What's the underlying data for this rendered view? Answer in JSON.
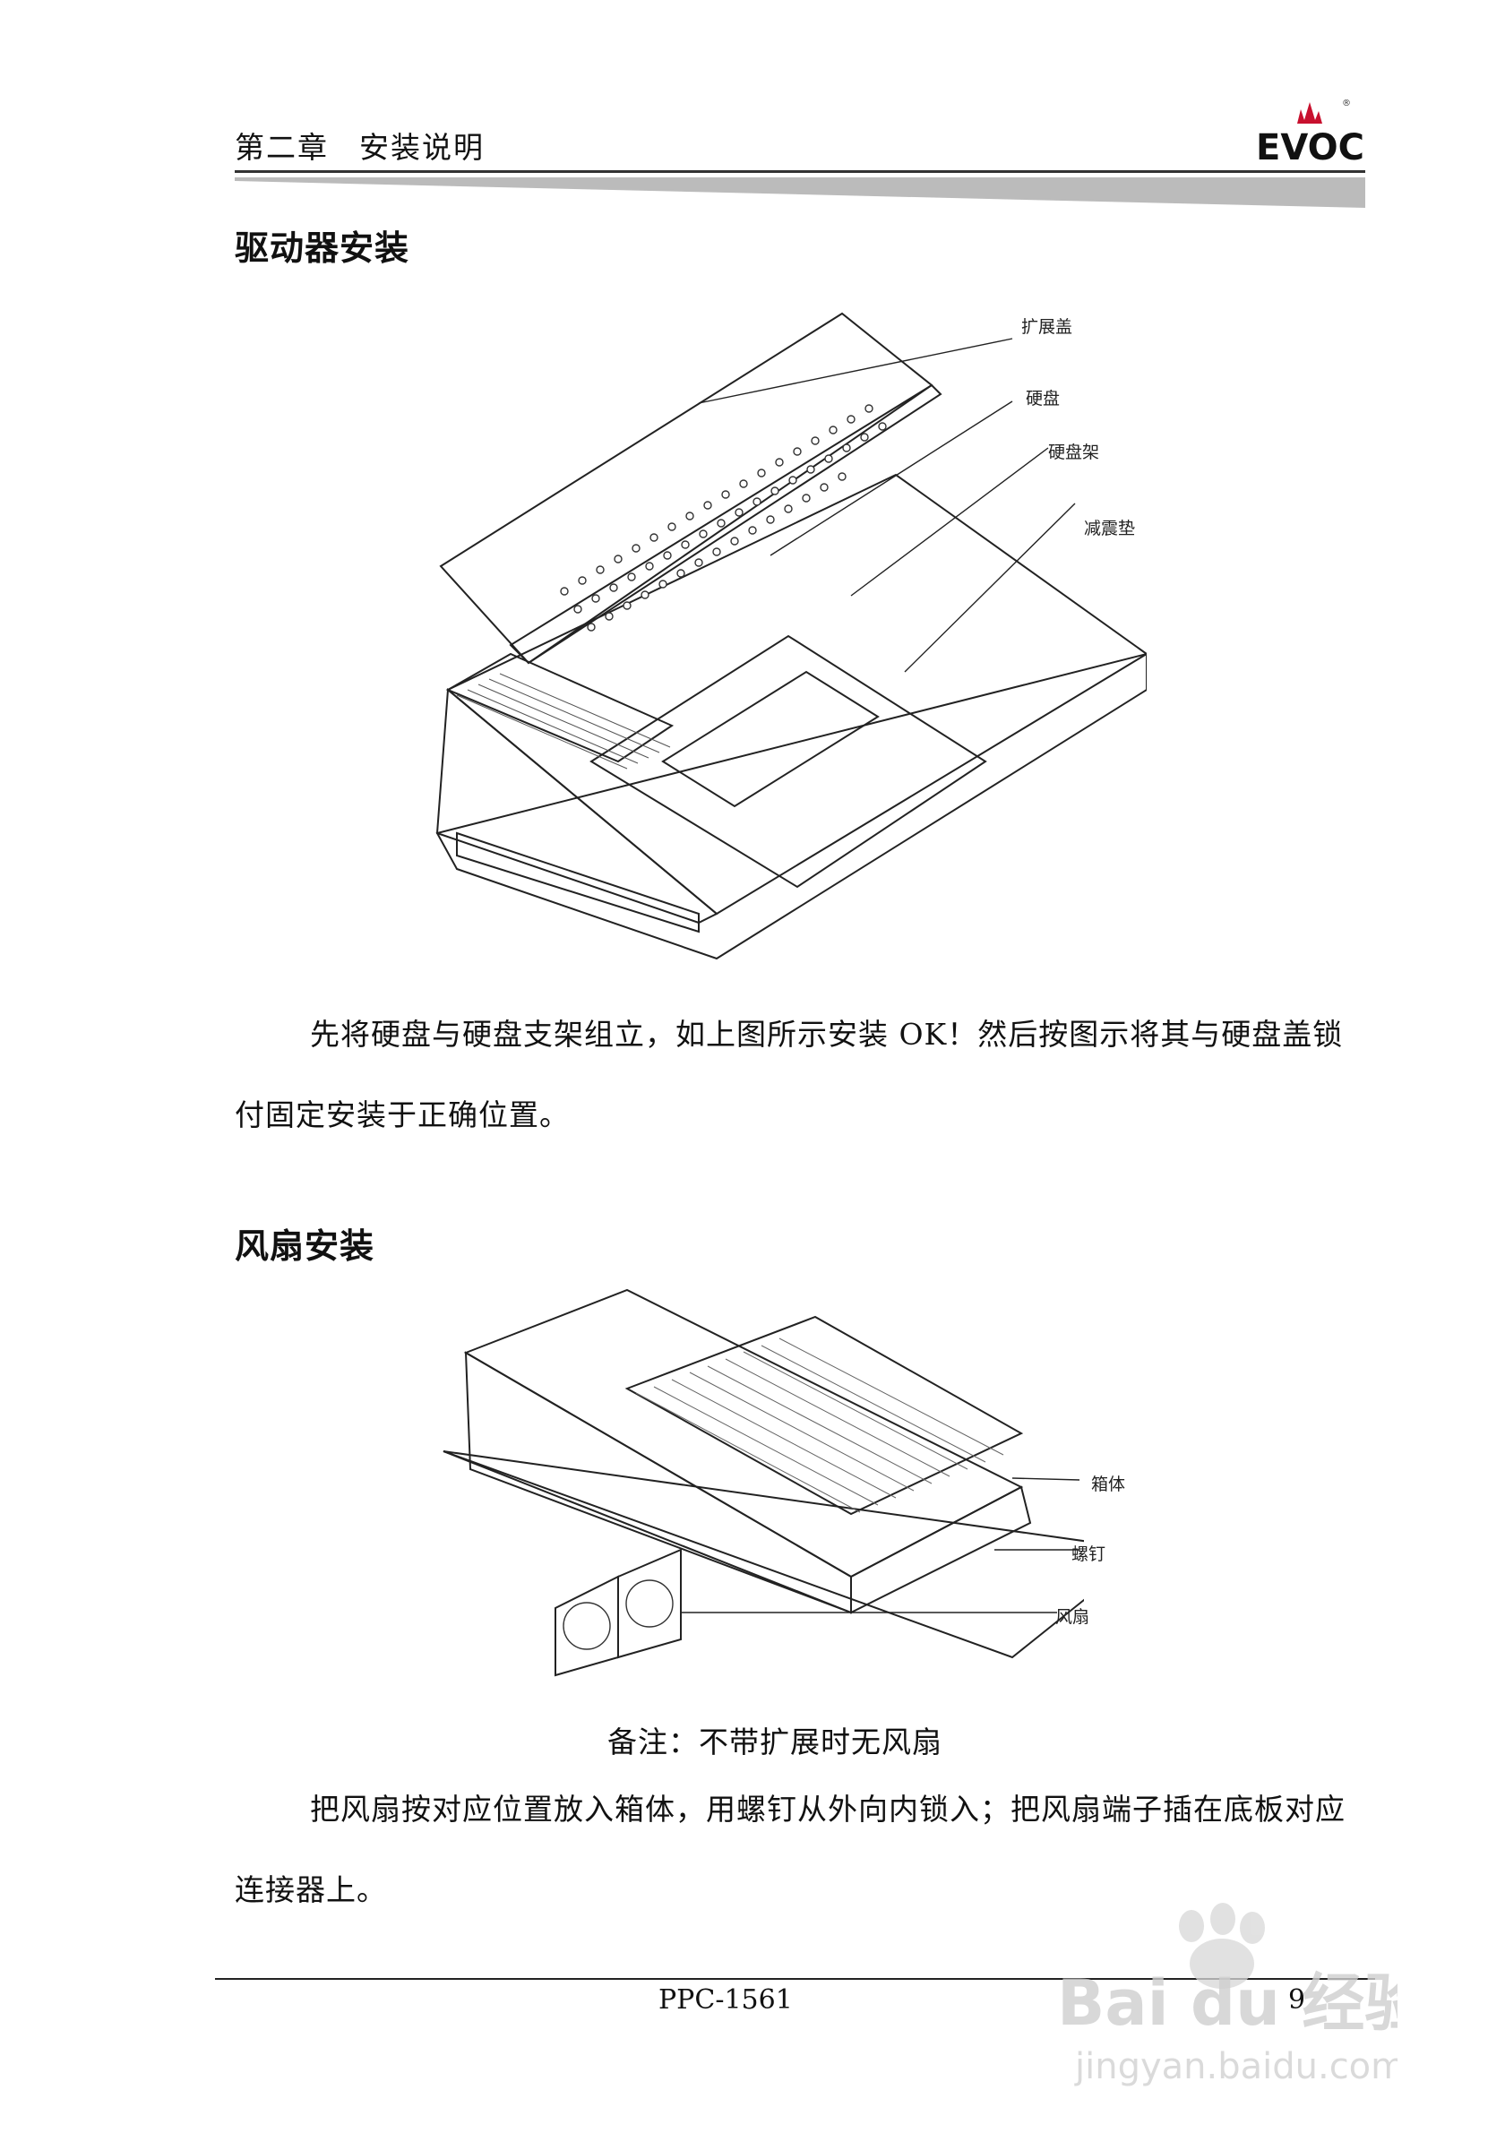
{
  "header": {
    "chapter": "第二章",
    "chapter_title": "安装说明",
    "logo_text": "EVOC",
    "logo_mark": "®"
  },
  "section_drive": {
    "title": "驱动器安装",
    "callouts": [
      "扩展盖",
      "硬盘",
      "硬盘架",
      "减震垫"
    ],
    "paragraph": "先将硬盘与硬盘支架组立，如上图所示安装 OK！然后按图示将其与硬盘盖锁付固定安装于正确位置。"
  },
  "section_fan": {
    "title": "风扇安装",
    "callouts": [
      "箱体",
      "螺钉",
      "风扇"
    ],
    "caption": "备注：不带扩展时无风扇",
    "paragraph": "把风扇按对应位置放入箱体，用螺钉从外向内锁入；把风扇端子插在底板对应连接器上。"
  },
  "footer": {
    "model": "PPC-1561",
    "page": "9"
  },
  "watermark": {
    "brand": "Bai du 经验",
    "url": "jingyan.baidu.com"
  },
  "colors": {
    "text": "#111111",
    "rule_dark": "#333333",
    "rule_light": "#bbbbbb",
    "logo_red": "#c8102e",
    "watermark": "#d0d0d0"
  }
}
